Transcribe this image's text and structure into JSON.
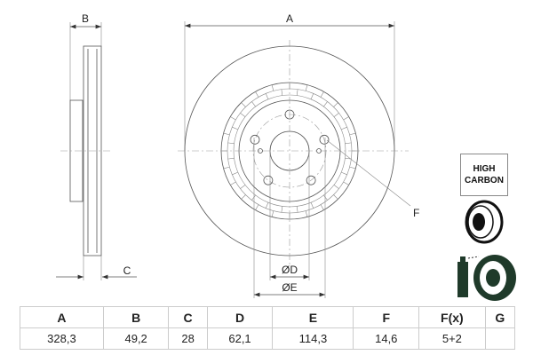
{
  "drawing_labels": {
    "A": "A",
    "B": "B",
    "C": "C",
    "F": "F",
    "D": "ØD",
    "E": "ØE"
  },
  "badge": {
    "line1": "HIGH",
    "line2": "CARBON"
  },
  "icons": [
    "vented-disc-icon",
    "coated-disc-spray-icon"
  ],
  "table": {
    "headers": [
      "A",
      "B",
      "C",
      "D",
      "E",
      "F",
      "F(x)",
      "G"
    ],
    "values": [
      "328,3",
      "49,2",
      "28",
      "62,1",
      "114,3",
      "14,6",
      "5+2",
      ""
    ]
  }
}
